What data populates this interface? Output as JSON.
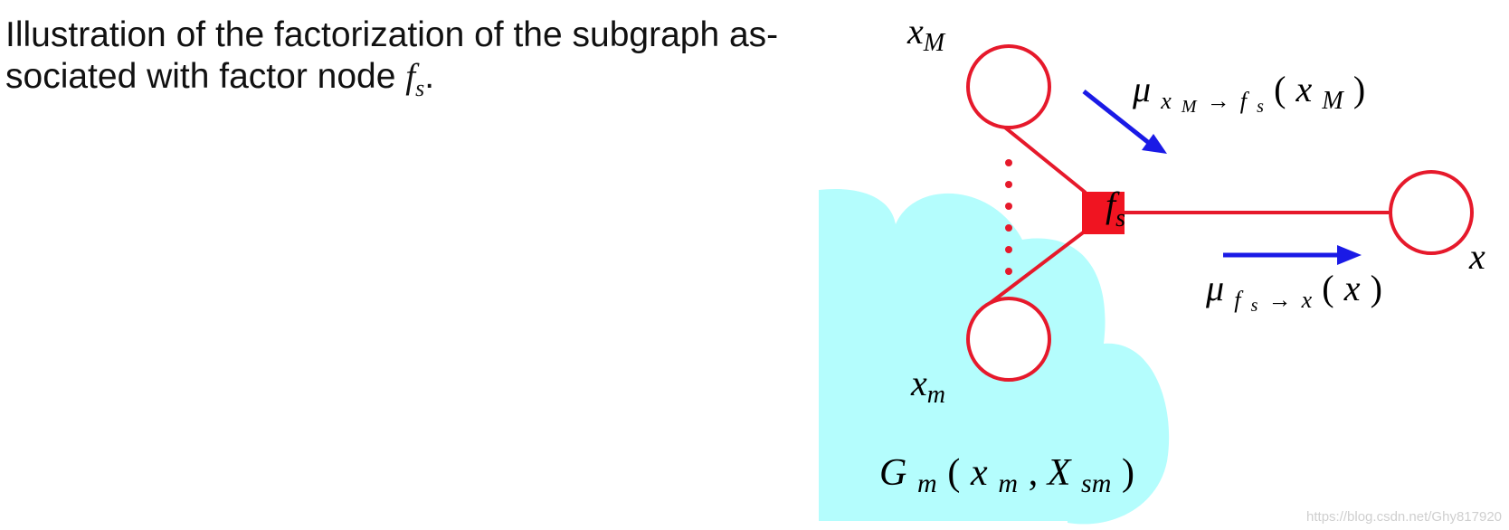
{
  "caption": {
    "line1": "Illustration of the factorization of the subgraph as-",
    "line2_prefix": "sociated with factor node ",
    "line2_math": "f",
    "line2_math_sub": "s",
    "line2_suffix": "."
  },
  "diagram": {
    "nodes": {
      "x_M": {
        "base": "x",
        "sub": "M"
      },
      "x_m": {
        "base": "x",
        "sub": "m"
      },
      "x": {
        "base": "x"
      },
      "f_s": {
        "base": "f",
        "sub": "s"
      }
    },
    "messages": {
      "upper": {
        "mu": "μ",
        "sub_from": "x",
        "sub_from_sub": "M",
        "arrow": "→",
        "sub_to": "f",
        "sub_to_sub": "s",
        "open": "(",
        "arg": "x",
        "arg_sub": "M",
        "close": ")"
      },
      "lower": {
        "mu": "μ",
        "sub_from": "f",
        "sub_from_sub": "s",
        "arrow": "→",
        "sub_to": "x",
        "open": "(",
        "arg": "x",
        "close": ")"
      }
    },
    "subgraph": {
      "base": "G",
      "sub": "m",
      "open": "(",
      "arg1": "x",
      "arg1_sub": "m",
      "comma": ", ",
      "arg2": "X",
      "arg2_sub": "sm",
      "close": ")"
    },
    "colors": {
      "cloud": "#b4fdfd",
      "node_stroke": "#e6192b",
      "factor_fill": "#f01421",
      "arrow": "#1a1ae6"
    }
  },
  "watermark": "https://blog.csdn.net/Ghy817920"
}
